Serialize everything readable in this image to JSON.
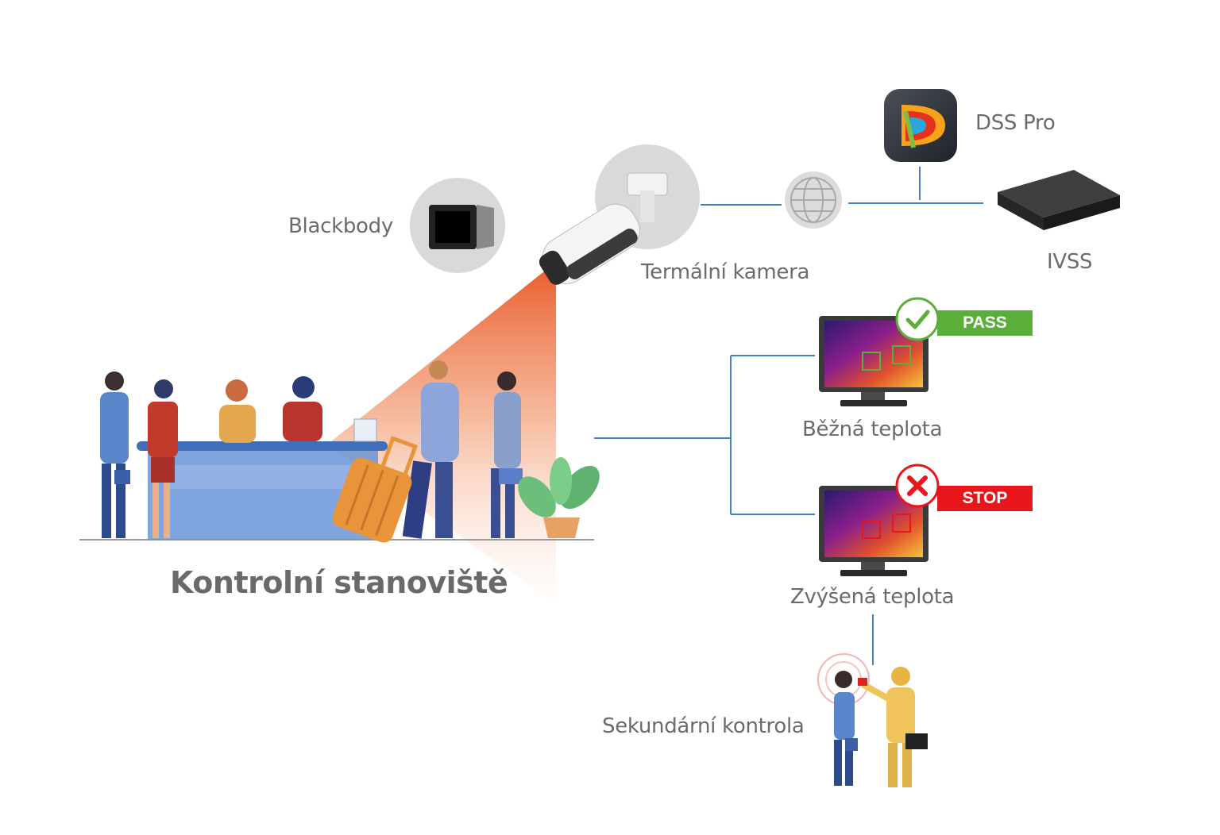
{
  "labels": {
    "blackbody": "Blackbody",
    "thermal_camera": "Termální kamera",
    "dss_pro": "DSS Pro",
    "ivss": "IVSS",
    "checkpoint": "Kontrolní stanoviště",
    "normal_temp": "Běžná teplota",
    "elevated_temp": "Zvýšená teplota",
    "secondary_check": "Sekundární kontrola"
  },
  "badges": {
    "pass": "PASS",
    "stop": "STOP"
  },
  "colors": {
    "line": "#4a7fc1",
    "pass": "#5aae3a",
    "stop": "#e8161b",
    "beam": "#e8501e",
    "desk": "#6a95d8",
    "text": "#6b6b6b"
  }
}
